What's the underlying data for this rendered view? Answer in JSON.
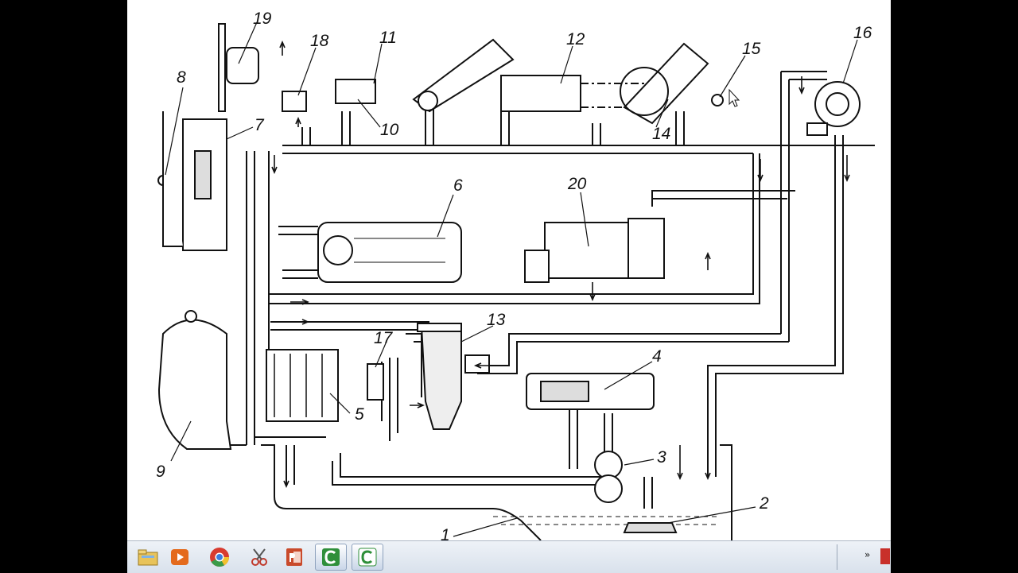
{
  "window": {
    "title": "Lubrication system diagram (video frame)"
  },
  "diagram": {
    "callouts": [
      "19",
      "18",
      "11",
      "12",
      "15",
      "16",
      "8",
      "7",
      "10",
      "14",
      "6",
      "20",
      "13",
      "4",
      "17",
      "5",
      "9",
      "3",
      "2",
      "1"
    ]
  },
  "taskbar": {
    "apps": [
      {
        "icon": "file-explorer-icon"
      },
      {
        "icon": "media-player-icon"
      },
      {
        "icon": "chrome-icon"
      },
      {
        "icon": "snipping-tool-icon"
      },
      {
        "icon": "powerpoint-icon"
      },
      {
        "icon": "camtasia-icon"
      },
      {
        "icon": "camtasia-recorder-icon"
      }
    ],
    "tray": {
      "overflow_symbol": "»"
    }
  },
  "colors": {
    "background": "#000000",
    "page": "#ffffff",
    "line": "#111111",
    "taskbar": "#dde5ef"
  }
}
